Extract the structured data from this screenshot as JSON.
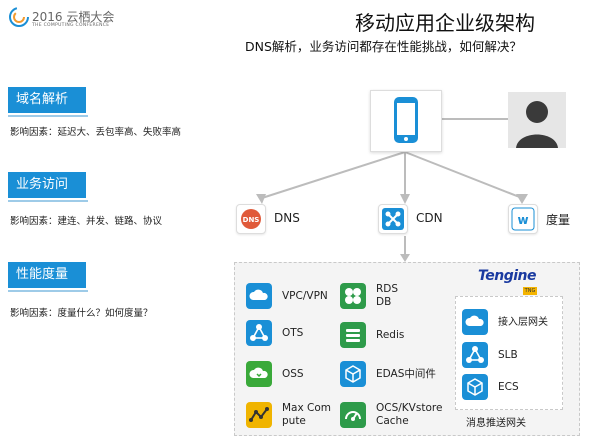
{
  "header": {
    "year_label": "2016 云栖大会",
    "conf_subtitle": "THE COMPUTING CONFERENCE",
    "title": "移动应用企业级架构",
    "subtitle": "DNS解析，业务访问都存在性能挑战，如何解决？"
  },
  "sections": [
    {
      "tag": "域名解析",
      "desc": "影响因素：延迟大、丢包率高、失败率高"
    },
    {
      "tag": "业务访问",
      "desc": "影响因素：建连、并发、链路、协议"
    },
    {
      "tag": "性能度量",
      "desc": "影响因素：度量什么？如何度量？"
    }
  ],
  "nodes": {
    "dns": "DNS",
    "cdn": "CDN",
    "metric": "度量"
  },
  "services": [
    {
      "label": "VPC/VPN",
      "color": "#1a8fd6",
      "icon": "cloud-icon"
    },
    {
      "label": "RDS\nDB",
      "color": "#2e9b4a",
      "icon": "database-icon"
    },
    {
      "label": "OTS",
      "color": "#1a8fd6",
      "icon": "share-icon"
    },
    {
      "label": "Redis",
      "color": "#2e9b4a",
      "icon": "stack-icon"
    },
    {
      "label": "OSS",
      "color": "#3aa93a",
      "icon": "cloud-sync-icon"
    },
    {
      "label": "EDAS中间件",
      "color": "#1a8fd6",
      "icon": "cube-icon"
    },
    {
      "label": "Max Com\npute",
      "color": "#f0b400",
      "icon": "chart-icon"
    },
    {
      "label": "OCS/KVstore\nCache",
      "color": "#2e9b4a",
      "icon": "gauge-icon"
    }
  ],
  "gateway": {
    "items": [
      {
        "label": "接入层网关",
        "icon": "cloud-icon"
      },
      {
        "label": "SLB",
        "icon": "share-icon"
      },
      {
        "label": "ECS",
        "icon": "cube-icon"
      }
    ],
    "label": "消息推送网关"
  },
  "tengine": {
    "label": "Tengine",
    "badge": "TNG"
  },
  "colors": {
    "accent": "#1a8fd6",
    "dns": "#e05a3a",
    "cdn": "#1a8fd6",
    "metric": "#1a8fd6"
  }
}
